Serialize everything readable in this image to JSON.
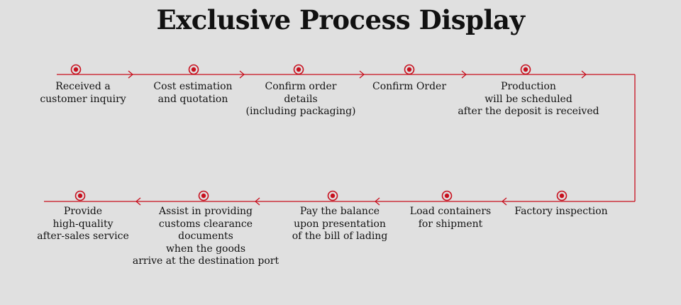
{
  "title": "Exclusive Process Display",
  "colors": {
    "line": "#c8101e",
    "background": "#e0e0e0",
    "text": "#111111"
  },
  "steps": [
    {
      "label": "Received a\ncustomer inquiry"
    },
    {
      "label": "Cost estimation\nand quotation"
    },
    {
      "label": "Confirm order\ndetails\n(including packaging)"
    },
    {
      "label": "Confirm Order"
    },
    {
      "label": "Production\nwill be scheduled\nafter the deposit is received"
    },
    {
      "label": "Factory inspection"
    },
    {
      "label": "Load containers\nfor shipment"
    },
    {
      "label": "Pay the balance\nupon presentation\nof the bill of lading"
    },
    {
      "label": "Assist in providing\ncustoms clearance\ndocuments\nwhen the goods\narrive at the destination port"
    },
    {
      "label": "Provide\nhigh-quality\nafter-sales service"
    }
  ]
}
